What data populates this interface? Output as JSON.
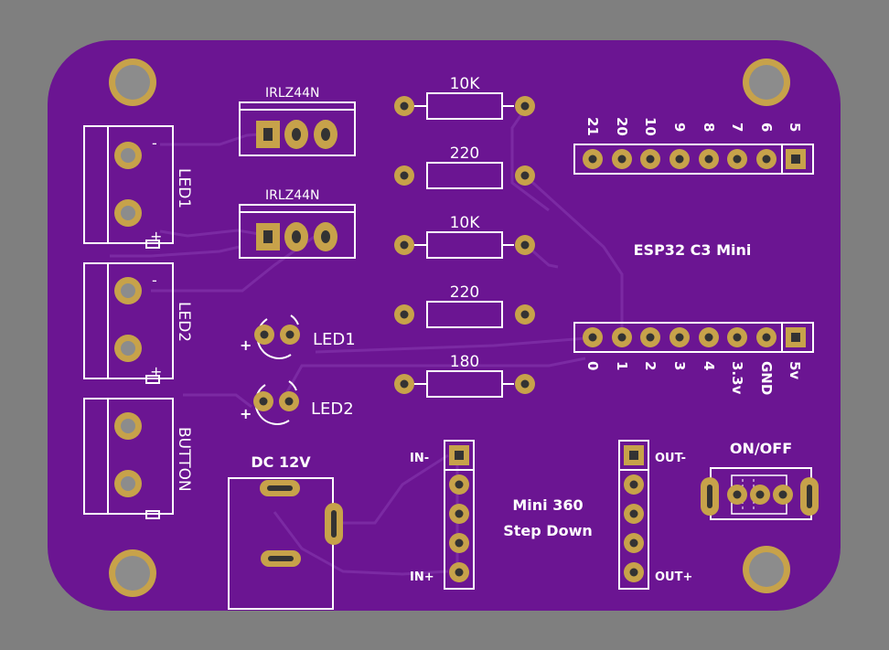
{
  "colors": {
    "background": "#7f7f7f",
    "board": "#6b1592",
    "trace": "#7b2aa3",
    "pad": "#c7a24a",
    "silkscreen": "#ffffff"
  },
  "mosfets": {
    "q1_label": "IRLZ44N",
    "q2_label": "IRLZ44N"
  },
  "resistors": {
    "r1": "10K",
    "r2": "220",
    "r3": "10K",
    "r4": "220",
    "r5": "180"
  },
  "terminals": {
    "led1_label": "LED1",
    "led2_label": "LED2",
    "button_label": "BUTTON",
    "minus_mark": "-",
    "plus_mark": "+"
  },
  "leds": {
    "led1_label": "LED1",
    "led2_label": "LED2",
    "plus_mark": "+"
  },
  "esp32": {
    "title": "ESP32 C3 Mini",
    "top_pins": [
      "21",
      "20",
      "10",
      "9",
      "8",
      "7",
      "6",
      "5"
    ],
    "bottom_pins": [
      "0",
      "1",
      "2",
      "3",
      "4",
      "3.3v",
      "GND",
      "5v"
    ]
  },
  "power": {
    "dc_label": "DC 12V",
    "switch_label": "ON/OFF"
  },
  "stepdown": {
    "line1": "Mini 360",
    "line2": "Step Down",
    "in_minus": "IN-",
    "in_plus": "IN+",
    "out_minus": "OUT-",
    "out_plus": "OUT+"
  }
}
